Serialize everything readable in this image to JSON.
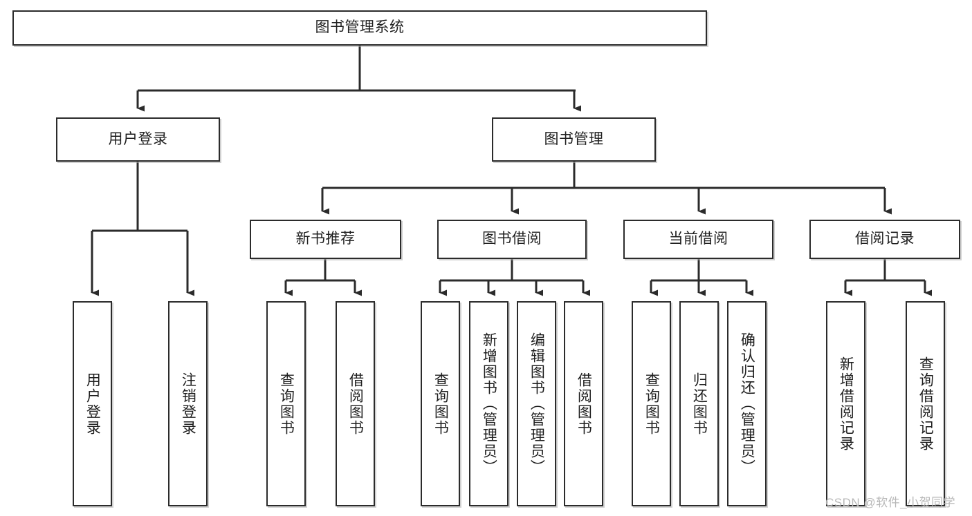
{
  "diagram": {
    "title": "图书管理系统",
    "type": "hierarchy-tree",
    "watermark": "CSDN @软件_小贺同学",
    "colors": {
      "stroke": "#2b2b2b",
      "fill": "#ffffff",
      "text": "#1f1f1f",
      "watermark": "#b8b8b8"
    },
    "nodes": {
      "root": {
        "label": "图书管理系统"
      },
      "level2": [
        {
          "id": "user-login",
          "label": "用户登录"
        },
        {
          "id": "book-manage",
          "label": "图书管理"
        }
      ],
      "level3": [
        {
          "id": "new-book-recommend",
          "label": "新书推荐"
        },
        {
          "id": "book-borrow",
          "label": "图书借阅"
        },
        {
          "id": "current-borrow",
          "label": "当前借阅"
        },
        {
          "id": "borrow-record",
          "label": "借阅记录"
        }
      ],
      "leaves": {
        "user_login": [
          {
            "id": "leaf-user-login",
            "label": "用户登录"
          },
          {
            "id": "leaf-logout-login",
            "label": "注销登录"
          }
        ],
        "new_book_recommend": [
          {
            "id": "leaf-query-book-1",
            "label": "查询图书"
          },
          {
            "id": "leaf-borrow-book-1",
            "label": "借阅图书"
          }
        ],
        "book_borrow": [
          {
            "id": "leaf-query-book-2",
            "label": "查询图书"
          },
          {
            "id": "leaf-add-book",
            "label": "新增图书（管理员）"
          },
          {
            "id": "leaf-edit-book",
            "label": "编辑图书（管理员）"
          },
          {
            "id": "leaf-borrow-book-2",
            "label": "借阅图书"
          }
        ],
        "current_borrow": [
          {
            "id": "leaf-query-book-3",
            "label": "查询图书"
          },
          {
            "id": "leaf-return-book",
            "label": "归还图书"
          },
          {
            "id": "leaf-confirm-return",
            "label": "确认归还（管理员）"
          }
        ],
        "borrow_record": [
          {
            "id": "leaf-add-record",
            "label": "新增借阅记录"
          },
          {
            "id": "leaf-query-record",
            "label": "查询借阅记录"
          }
        ]
      }
    }
  }
}
